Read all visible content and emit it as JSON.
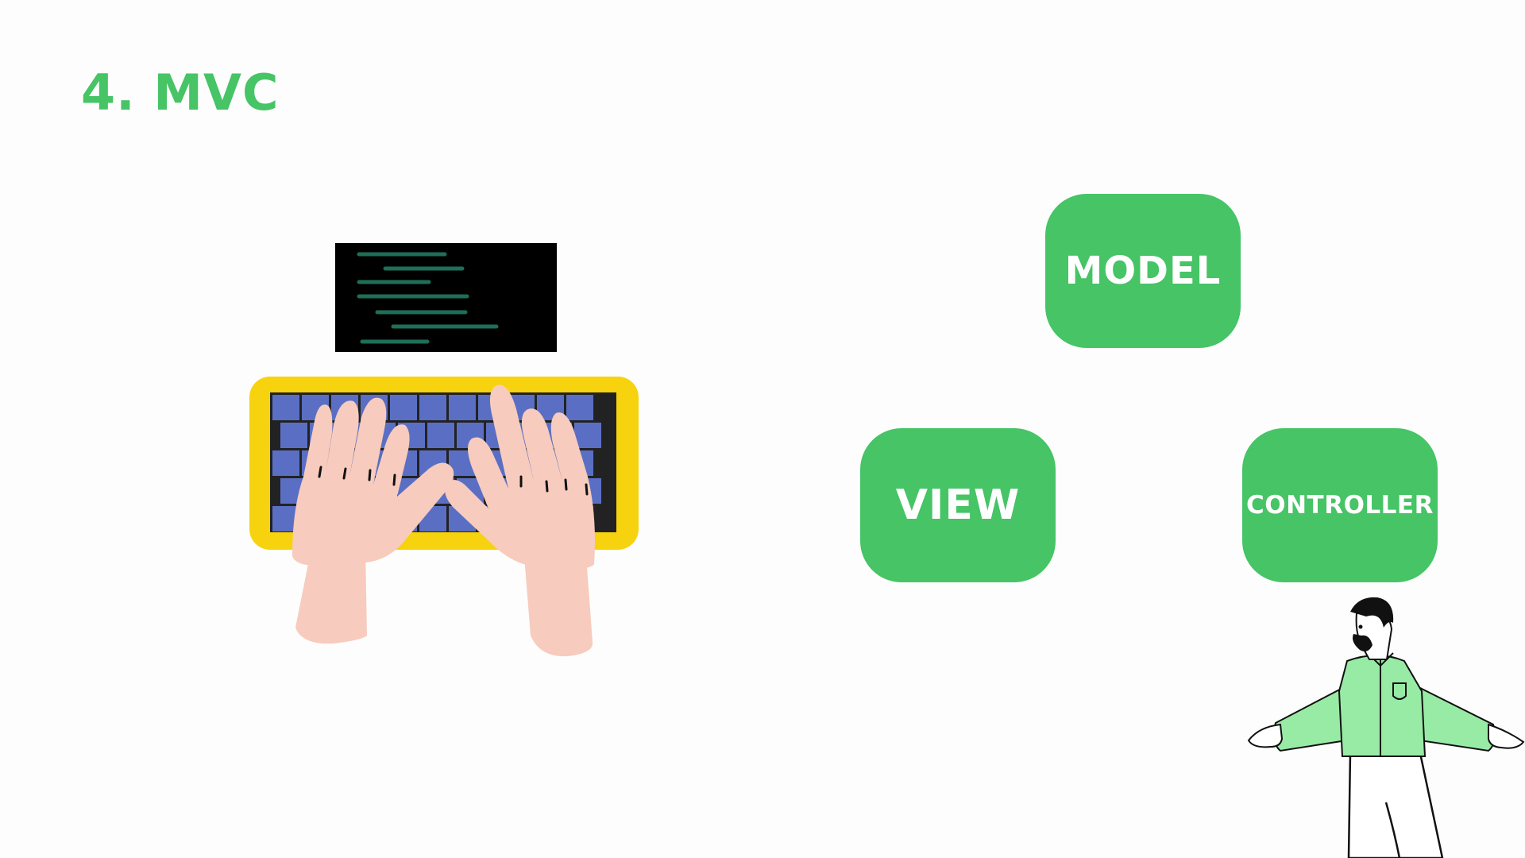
{
  "slide": {
    "title": "4. MVC"
  },
  "diagram": {
    "nodes": [
      {
        "id": "model",
        "label": "MODEL"
      },
      {
        "id": "view",
        "label": "VIEW"
      },
      {
        "id": "controller",
        "label": "CONTROLLER"
      }
    ]
  },
  "colors": {
    "accent": "#46c466",
    "node_text": "#ffffff",
    "keyboard_frame": "#f7d20f",
    "keyboard_keys": "#5a6fc4",
    "skin": "#f7cbbd",
    "screen": "#000000",
    "code_lines": "#1f6e57",
    "shirt": "#98eba5"
  },
  "illustrations": [
    {
      "name": "hands-typing-on-keyboard-illustration"
    },
    {
      "name": "presenter-man-illustration"
    }
  ]
}
